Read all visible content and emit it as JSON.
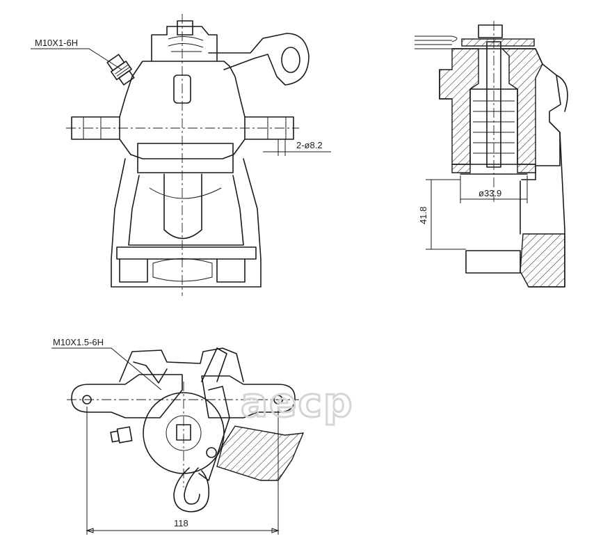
{
  "labels": {
    "thread_top": "M10X1-6H",
    "hole_dia": "2-ø8.2",
    "piston_dia": "ø33.9",
    "height_dim": "41.8",
    "thread_bottom": "M10X1.5-6H",
    "width_dim": "118"
  },
  "watermark": "aecp"
}
